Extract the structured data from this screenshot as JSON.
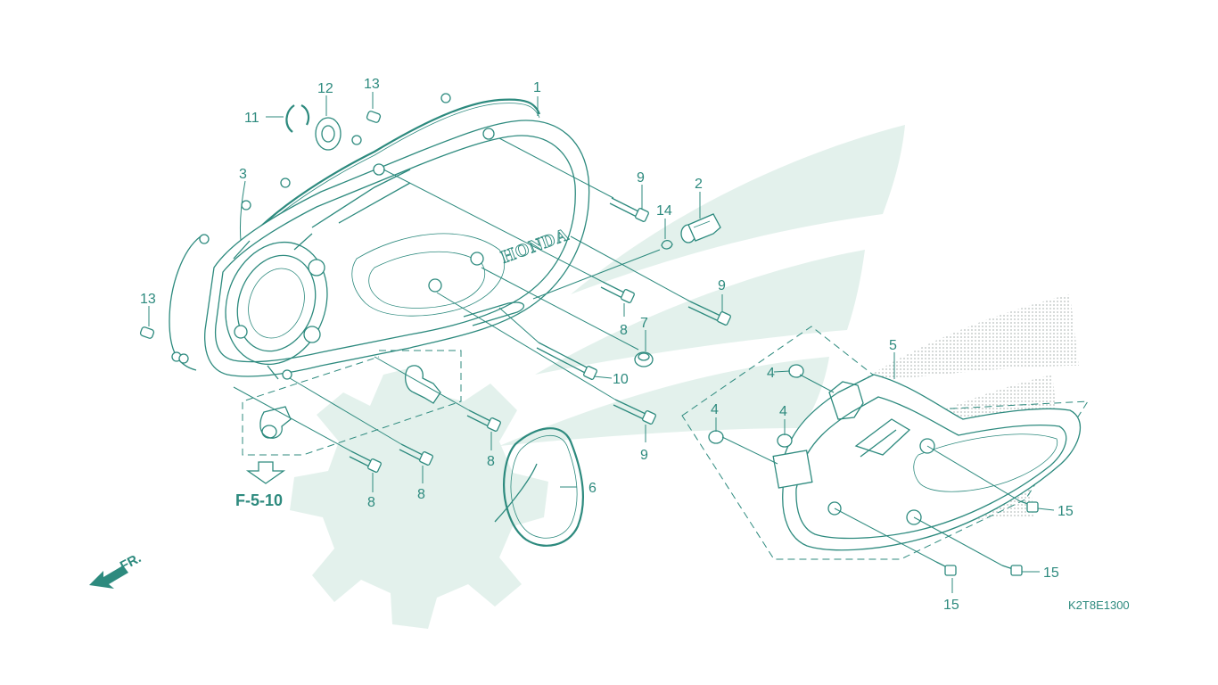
{
  "diagram": {
    "brand_mark": "HONDA",
    "reference": "F-5-10",
    "direction": "FR.",
    "drawing_code": "K2T8E1300",
    "callouts": [
      {
        "id": "c1",
        "label": "1"
      },
      {
        "id": "c2",
        "label": "2"
      },
      {
        "id": "c3",
        "label": "3"
      },
      {
        "id": "c4a",
        "label": "4"
      },
      {
        "id": "c4b",
        "label": "4"
      },
      {
        "id": "c4c",
        "label": "4"
      },
      {
        "id": "c5",
        "label": "5"
      },
      {
        "id": "c6",
        "label": "6"
      },
      {
        "id": "c7",
        "label": "7"
      },
      {
        "id": "c8a",
        "label": "8"
      },
      {
        "id": "c8b",
        "label": "8"
      },
      {
        "id": "c8c",
        "label": "8"
      },
      {
        "id": "c8d",
        "label": "8"
      },
      {
        "id": "c9a",
        "label": "9"
      },
      {
        "id": "c9b",
        "label": "9"
      },
      {
        "id": "c9c",
        "label": "9"
      },
      {
        "id": "c10",
        "label": "10"
      },
      {
        "id": "c11",
        "label": "11"
      },
      {
        "id": "c12",
        "label": "12"
      },
      {
        "id": "c13a",
        "label": "13"
      },
      {
        "id": "c13b",
        "label": "13"
      },
      {
        "id": "c14",
        "label": "14"
      },
      {
        "id": "c15a",
        "label": "15"
      },
      {
        "id": "c15b",
        "label": "15"
      },
      {
        "id": "c15c",
        "label": "15"
      }
    ],
    "colors": {
      "line": "#2d8a7e",
      "watermark": "#e3f1ec",
      "background": "#ffffff"
    }
  }
}
